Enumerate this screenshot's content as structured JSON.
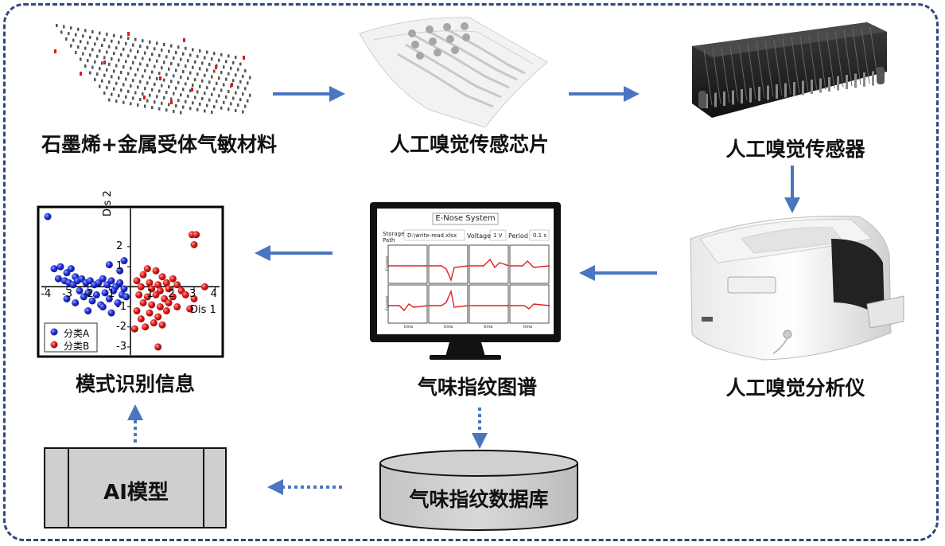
{
  "nodes": {
    "material": "石墨烯+金属受体气敏材料",
    "chip": "人工嗅觉传感芯片",
    "sensor": "人工嗅觉传感器",
    "instrument": "人工嗅觉分析仪",
    "fingerprint": "气味指纹图谱",
    "pattern": "模式识别信息",
    "database": "气味指纹数据库",
    "ai_model": "AI模型"
  },
  "enose": {
    "title": "E-Nose System",
    "storage_label": "Storage Path",
    "storage_value": "D:\\write-read.xlsx",
    "voltage_label": "Voltage",
    "voltage_value": "1 V",
    "period_label": "Period",
    "period_value": "0.1 s",
    "y_label": "Current",
    "x_label": "time"
  },
  "colors": {
    "arrow": "#4a76c0",
    "frame": "#2e4a78",
    "class_a": "#1f2fd6",
    "class_b": "#e01a1a",
    "trace": "#e02020"
  },
  "chart_data": {
    "type": "scatter",
    "xlabel": "Dis 1",
    "ylabel": "Dis 2",
    "xlim": [
      -4.2,
      4.2
    ],
    "ylim": [
      -3.4,
      3.9
    ],
    "x_ticks": [
      "-4",
      "-3",
      "-2",
      "-1",
      "0",
      "1",
      "2",
      "3",
      "4"
    ],
    "y_ticks": [
      "-3",
      "-2",
      "-1",
      "0",
      "1",
      "2"
    ],
    "legend_position": "bottom-left",
    "series": [
      {
        "name": "分类A",
        "color": "#1f2fd6",
        "points": [
          [
            -3.9,
            3.5
          ],
          [
            -3.6,
            0.9
          ],
          [
            -3.3,
            1.0
          ],
          [
            -3.0,
            0.7
          ],
          [
            -2.8,
            0.9
          ],
          [
            -2.6,
            0.5
          ],
          [
            -3.4,
            0.4
          ],
          [
            -3.1,
            0.3
          ],
          [
            -2.9,
            0.2
          ],
          [
            -2.7,
            0.1
          ],
          [
            -2.5,
            0.3
          ],
          [
            -2.3,
            0.4
          ],
          [
            -2.1,
            0.2
          ],
          [
            -1.9,
            0.3
          ],
          [
            -1.7,
            0.1
          ],
          [
            -1.5,
            0.2
          ],
          [
            -1.3,
            0.4
          ],
          [
            -1.1,
            0.1
          ],
          [
            -0.9,
            0.3
          ],
          [
            -0.7,
            0.0
          ],
          [
            -0.5,
            0.2
          ],
          [
            -0.3,
            -0.1
          ],
          [
            -2.4,
            -0.2
          ],
          [
            -2.0,
            -0.3
          ],
          [
            -1.6,
            -0.4
          ],
          [
            -1.2,
            -0.3
          ],
          [
            -0.8,
            -0.2
          ],
          [
            -0.4,
            -0.4
          ],
          [
            -3.0,
            -0.6
          ],
          [
            -2.6,
            -0.8
          ],
          [
            -2.2,
            -0.5
          ],
          [
            -1.8,
            -0.7
          ],
          [
            -1.4,
            -0.9
          ],
          [
            -1.0,
            -0.6
          ],
          [
            -0.6,
            -0.8
          ],
          [
            -0.2,
            -0.5
          ],
          [
            -1.0,
            1.1
          ],
          [
            -0.5,
            0.8
          ],
          [
            -0.3,
            1.3
          ],
          [
            -2.0,
            -1.2
          ],
          [
            -1.3,
            -1.0
          ],
          [
            -0.9,
            -1.3
          ]
        ]
      },
      {
        "name": "分类B",
        "color": "#e01a1a",
        "points": [
          [
            2.9,
            2.6
          ],
          [
            3.1,
            2.6
          ],
          [
            3.0,
            2.1
          ],
          [
            0.8,
            0.9
          ],
          [
            1.2,
            0.8
          ],
          [
            0.6,
            0.6
          ],
          [
            1.5,
            0.5
          ],
          [
            0.3,
            0.3
          ],
          [
            2.0,
            0.4
          ],
          [
            0.9,
            0.2
          ],
          [
            1.3,
            0.1
          ],
          [
            1.7,
            0.2
          ],
          [
            2.2,
            0.1
          ],
          [
            0.5,
            0.0
          ],
          [
            1.0,
            -0.1
          ],
          [
            1.4,
            -0.2
          ],
          [
            1.8,
            -0.1
          ],
          [
            2.4,
            -0.2
          ],
          [
            0.4,
            -0.4
          ],
          [
            0.8,
            -0.5
          ],
          [
            1.2,
            -0.4
          ],
          [
            1.6,
            -0.6
          ],
          [
            2.0,
            -0.5
          ],
          [
            2.6,
            -0.4
          ],
          [
            0.6,
            -0.8
          ],
          [
            1.0,
            -0.9
          ],
          [
            1.4,
            -1.0
          ],
          [
            1.8,
            -0.8
          ],
          [
            2.2,
            -1.0
          ],
          [
            0.3,
            -1.2
          ],
          [
            0.9,
            -1.3
          ],
          [
            1.3,
            -1.5
          ],
          [
            1.7,
            -1.2
          ],
          [
            0.5,
            -1.6
          ],
          [
            1.1,
            -1.8
          ],
          [
            0.7,
            -2.0
          ],
          [
            1.5,
            -1.9
          ],
          [
            0.2,
            -2.1
          ],
          [
            3.5,
            0.0
          ],
          [
            3.0,
            -0.6
          ],
          [
            2.8,
            -1.1
          ],
          [
            1.3,
            -3.0
          ]
        ]
      }
    ]
  }
}
